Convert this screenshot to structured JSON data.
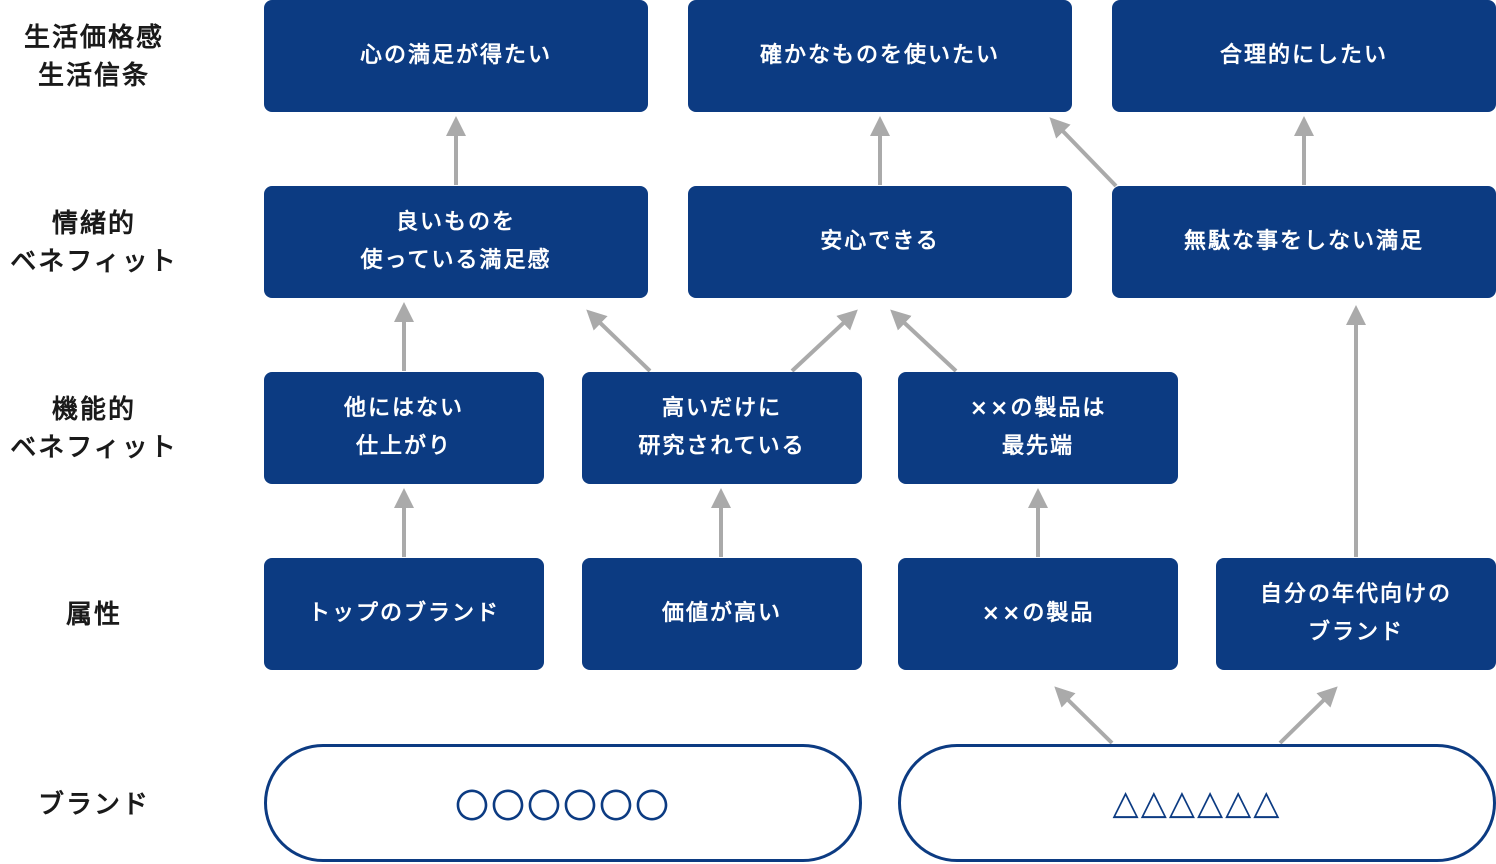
{
  "colors": {
    "box_fill": "#0c3b82",
    "box_text": "#ffffff",
    "arrow": "#aaaaaa",
    "label_text": "#1a1a1a"
  },
  "row_labels": {
    "values": "生活価格感\n生活信条",
    "emotional": "情緒的\nベネフィット",
    "functional": "機能的\nベネフィット",
    "attribute": "属性",
    "brand": "ブランド"
  },
  "values": {
    "heart": "心の満足が得たい",
    "reliable": "確かなものを使いたい",
    "rational": "合理的にしたい"
  },
  "emotional": {
    "good_things": "良いものを\n使っている満足感",
    "peace": "安心できる",
    "no_waste": "無駄な事をしない満足"
  },
  "functional": {
    "finish": "他にはない\n仕上がり",
    "research": "高いだけに\n研究されている",
    "cutting_edge": "××の製品は\n最先端"
  },
  "attribute": {
    "top_brand": "トップのブランド",
    "expensive": "価値が高い",
    "xx_product": "××の製品",
    "age_brand": "自分の年代向けの\nブランド"
  },
  "brands": {
    "circle": "〇〇〇〇〇〇",
    "triangle": "△△△△△△"
  }
}
